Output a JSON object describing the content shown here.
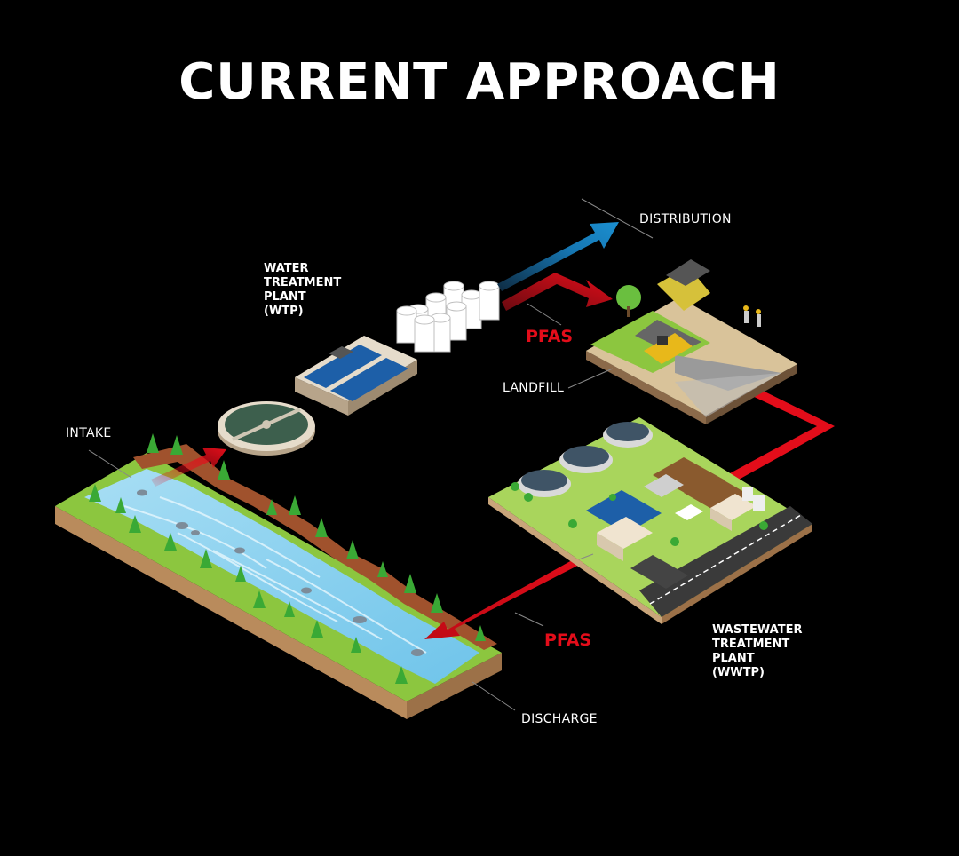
{
  "title": "CURRENT APPROACH",
  "labels": {
    "distribution": "DISTRIBUTION",
    "wtp_line1": "WATER",
    "wtp_line2": "TREATMENT",
    "wtp_line3": "PLANT",
    "wtp_line4": "(WTP)",
    "pfas_top": "PFAS",
    "landfill": "LANDFILL",
    "intake": "INTAKE",
    "pfas_bottom": "PFAS",
    "wwtp_line1": "WASTEWATER",
    "wwtp_line2": "TREATMENT",
    "wwtp_line3": "PLANT",
    "wwtp_line4": "(WWTP)",
    "discharge": "DISCHARGE"
  },
  "colors": {
    "background": "#000000",
    "pfas_red": "#e30d1a",
    "distribution_blue": "#1b8fd0",
    "grass": "#8cc63f",
    "soil": "#c9a57a",
    "river": "#8fd3f0"
  }
}
